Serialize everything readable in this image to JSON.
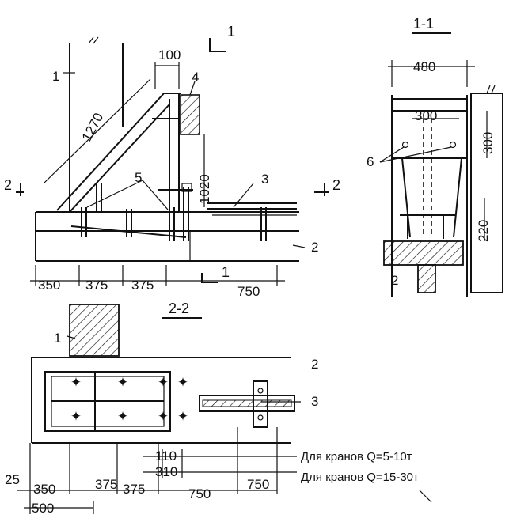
{
  "sections": {
    "elevation_cut_mark": "1",
    "plan_cut_mark_left": "2",
    "plan_cut_mark_right": "2",
    "bottom_cut_mark": "1",
    "section_1_1": "1-1",
    "section_2_2": "2-2"
  },
  "callouts": {
    "c1": "1",
    "c2": "2",
    "c3": "3",
    "c4": "4",
    "c5": "5",
    "c6": "6",
    "s2_c2": "2",
    "p_c1": "1",
    "p_c2": "2",
    "p_c3": "3"
  },
  "dimensions": {
    "d100": "100",
    "d1270": "1270",
    "d1020": "1020",
    "d350": "350",
    "d375a": "375",
    "d375b": "375",
    "d750": "750",
    "d480": "480",
    "d300a": "300",
    "d300b": "300",
    "d220": "220",
    "p110": "110",
    "p310": "310",
    "p25": "25",
    "p350": "350",
    "p375a": "375",
    "p375b": "375",
    "p750a": "750",
    "p750b": "750",
    "p500": "500"
  },
  "notes": {
    "crane_small": "Для кранов Q=5-10т",
    "crane_large": "Для кранов Q=15-30т"
  },
  "colors": {
    "ink": "#111111",
    "paper": "#ffffff"
  }
}
